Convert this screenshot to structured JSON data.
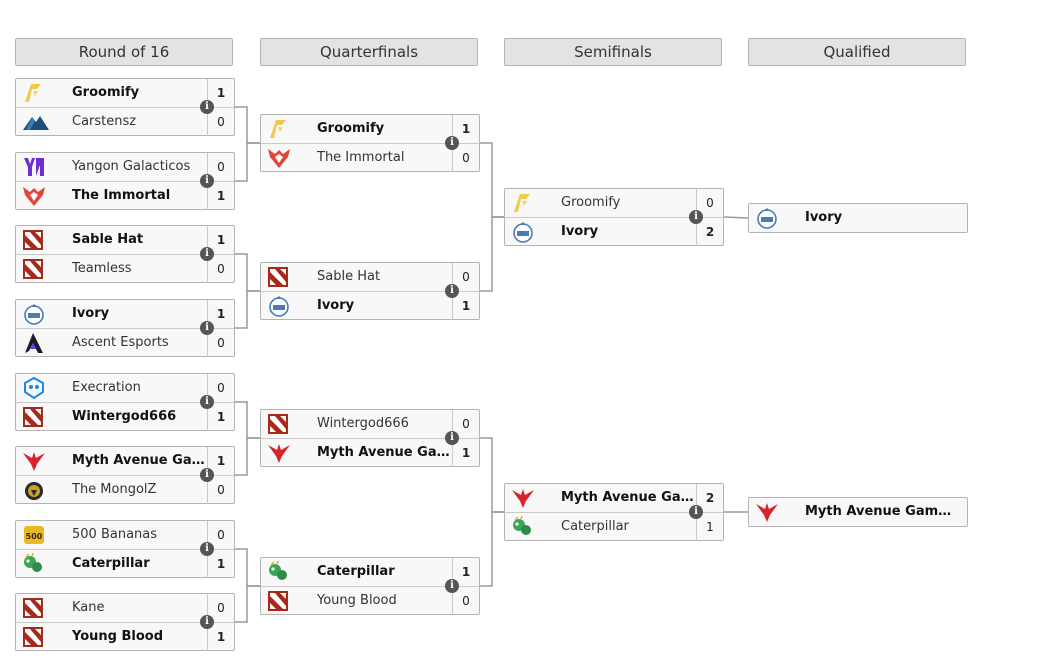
{
  "headers": [
    "Round of 16",
    "Quarterfinals",
    "Semifinals",
    "Qualified"
  ],
  "matches": [
    {
      "teams": [
        {
          "name": "Groomify",
          "score": "1",
          "win": true,
          "icon": "groomify-logo"
        },
        {
          "name": "Carstensz",
          "score": "0",
          "win": false,
          "icon": "carstensz-logo"
        }
      ]
    },
    {
      "teams": [
        {
          "name": "Yangon Galacticos",
          "score": "0",
          "win": false,
          "icon": "yangon-logo"
        },
        {
          "name": "The Immortal",
          "score": "1",
          "win": true,
          "icon": "immortal-logo"
        }
      ]
    },
    {
      "teams": [
        {
          "name": "Sable Hat",
          "score": "1",
          "win": true,
          "icon": "dota-logo"
        },
        {
          "name": "Teamless",
          "score": "0",
          "win": false,
          "icon": "dota-logo"
        }
      ]
    },
    {
      "teams": [
        {
          "name": "Ivory",
          "score": "1",
          "win": true,
          "icon": "ivory-logo"
        },
        {
          "name": "Ascent Esports",
          "score": "0",
          "win": false,
          "icon": "ascent-logo"
        }
      ]
    },
    {
      "teams": [
        {
          "name": "Execration",
          "score": "0",
          "win": false,
          "icon": "execration-logo"
        },
        {
          "name": "Wintergod666",
          "score": "1",
          "win": true,
          "icon": "dota-logo"
        }
      ]
    },
    {
      "teams": [
        {
          "name": "Myth Avenue Gaming",
          "score": "1",
          "win": true,
          "icon": "myth-logo"
        },
        {
          "name": "The MongolZ",
          "score": "0",
          "win": false,
          "icon": "mongolz-logo"
        }
      ]
    },
    {
      "teams": [
        {
          "name": "500 Bananas",
          "score": "0",
          "win": false,
          "icon": "bananas-logo"
        },
        {
          "name": "Caterpillar",
          "score": "1",
          "win": true,
          "icon": "caterpillar-logo"
        }
      ]
    },
    {
      "teams": [
        {
          "name": "Kane",
          "score": "0",
          "win": false,
          "icon": "dota-logo"
        },
        {
          "name": "Young Blood",
          "score": "1",
          "win": true,
          "icon": "dota-logo"
        }
      ]
    },
    {
      "teams": [
        {
          "name": "Groomify",
          "score": "1",
          "win": true,
          "icon": "groomify-logo"
        },
        {
          "name": "The Immortal",
          "score": "0",
          "win": false,
          "icon": "immortal-logo"
        }
      ]
    },
    {
      "teams": [
        {
          "name": "Sable Hat",
          "score": "0",
          "win": false,
          "icon": "dota-logo"
        },
        {
          "name": "Ivory",
          "score": "1",
          "win": true,
          "icon": "ivory-logo"
        }
      ]
    },
    {
      "teams": [
        {
          "name": "Wintergod666",
          "score": "0",
          "win": false,
          "icon": "dota-logo"
        },
        {
          "name": "Myth Avenue Gaming",
          "score": "1",
          "win": true,
          "icon": "myth-logo"
        }
      ]
    },
    {
      "teams": [
        {
          "name": "Caterpillar",
          "score": "1",
          "win": true,
          "icon": "caterpillar-logo"
        },
        {
          "name": "Young Blood",
          "score": "0",
          "win": false,
          "icon": "dota-logo"
        }
      ]
    },
    {
      "teams": [
        {
          "name": "Groomify",
          "score": "0",
          "win": false,
          "icon": "groomify-logo"
        },
        {
          "name": "Ivory",
          "score": "2",
          "win": true,
          "icon": "ivory-logo"
        }
      ]
    },
    {
      "teams": [
        {
          "name": "Myth Avenue Gaming",
          "score": "2",
          "win": true,
          "icon": "myth-logo"
        },
        {
          "name": "Caterpillar",
          "score": "1",
          "win": false,
          "icon": "caterpillar-logo"
        }
      ]
    }
  ],
  "qualified": [
    {
      "name": "Ivory",
      "icon": "ivory-logo"
    },
    {
      "name": "Myth Avenue Gaming",
      "icon": "myth-logo"
    }
  ],
  "colors": {
    "header_bg": "#e3e3e3",
    "border": "#b4b4b4",
    "line": "#9a9a9a",
    "myth": "#d8232a",
    "groomify": "#f2c94c",
    "dota": "#a6291b",
    "yangon": "#6b2fd6",
    "execration": "#1e88e5"
  }
}
